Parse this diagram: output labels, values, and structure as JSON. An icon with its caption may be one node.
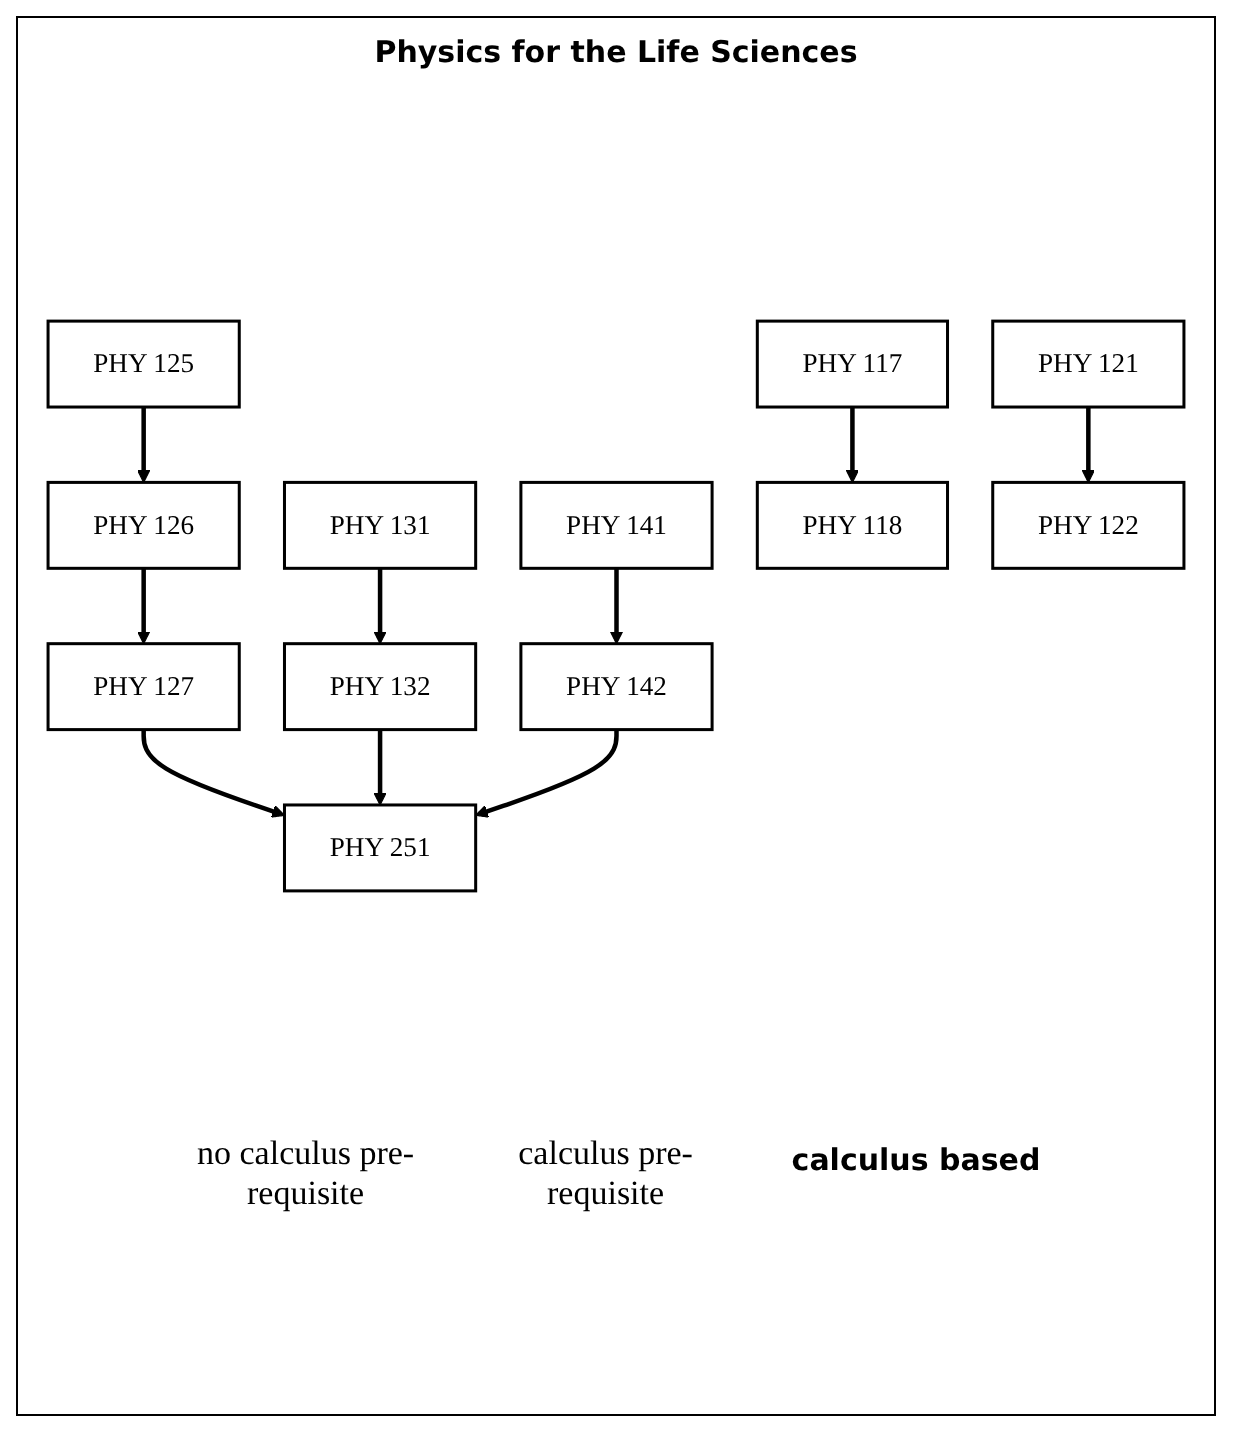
{
  "diagram": {
    "nodes": [
      {
        "text": [
          "PHY 117"
        ]
      },
      {
        "text": [
          "PHY 121"
        ]
      },
      {
        "text": [
          "PHY 125"
        ]
      },
      {
        "text": [
          "PHY 131"
        ]
      },
      {
        "text": [
          "PHY 141"
        ]
      },
      {
        "text": [
          "PHY 126"
        ]
      },
      {
        "text": [
          "PHY 118"
        ]
      },
      {
        "text": [
          "PHY 122"
        ]
      },
      {
        "text": [
          "PHY 127"
        ]
      },
      {
        "text": [
          "PHY 132"
        ]
      },
      {
        "text": [
          "PHY 142"
        ]
      },
      {
        "text": [
          "PHY 251"
        ]
      }
    ],
    "edges": [
      {
        "from": 0,
        "to": 6,
        "arrow": "to"
      },
      {
        "from": 1,
        "to": 7,
        "arrow": "to"
      },
      {
        "from": 2,
        "to": 5,
        "arrow": "to"
      },
      {
        "from": 5,
        "to": 8,
        "arrow": "to"
      },
      {
        "from": 3,
        "to": 9,
        "arrow": "to"
      },
      {
        "from": 4,
        "to": 10,
        "arrow": "to"
      },
      {
        "from": 8,
        "to": 11,
        "arrow": "to"
      },
      {
        "from": 9,
        "to": 11,
        "arrow": "to"
      },
      {
        "from": 10,
        "to": 11,
        "arrow": "to"
      }
    ],
    "labels": [
      "Physics for the Life Sciences",
      "no calculus pre-requisite",
      "calculus pre-requisite",
      "calculus based"
    ]
  }
}
